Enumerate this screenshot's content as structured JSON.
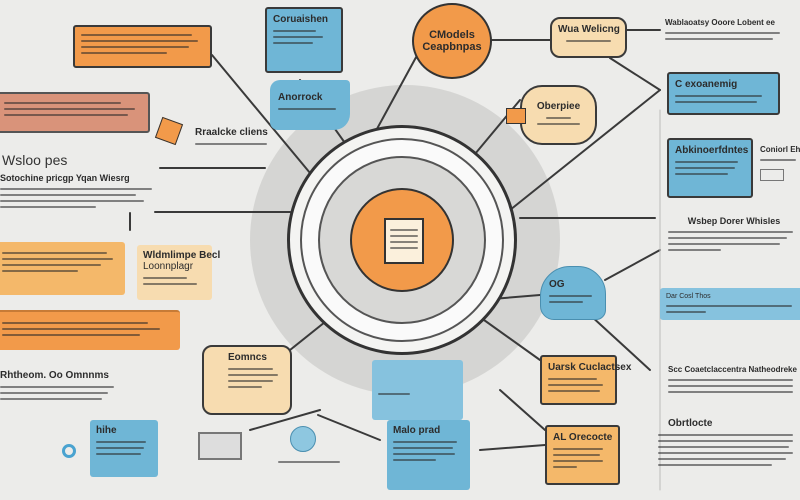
{
  "diagram": {
    "center_hub": {
      "icon": "document-icon"
    },
    "circle_top": {
      "line1": "CModels",
      "line2": "Ceapbnpas"
    },
    "boxes": {
      "top_blue": {
        "title": "Coruaishen"
      },
      "speech_blue": {
        "title": "Anorrock"
      },
      "beige_top_right": {
        "title": "Wua Welicng"
      },
      "hexagon": {
        "title": "Oberpiee"
      },
      "blue_right_1": {
        "title": "C exoanemig"
      },
      "blue_right_2": {
        "title": "Abkinoerfdntes"
      },
      "beige_left": {
        "title": "Wldmlimpe Becl",
        "subtitle": "Loonnplagr"
      },
      "speech_beige": {
        "title": "Eomncs"
      },
      "blue_bottom_left": {
        "title": "hihe"
      },
      "blue_bottom_center": {
        "title": "Malo prad"
      },
      "cloud": {
        "title": "OG"
      },
      "orange_right_1": {
        "title": "Uarsk Cuclactsex"
      },
      "orange_right_2": {
        "title": "AL Orecocte"
      }
    },
    "labels": {
      "kaclc": "Rraalcke cliens",
      "wsloo": "Wsloo pes",
      "sotochine": "Sotochine pricgp Yqan Wiesrg",
      "rhtheom": "Rhtheom. Oo Omnnms",
      "wablaoatsy": "Wablaoatsy Ooore Lobent ee",
      "coniorl": "Coniorl Ehc",
      "wsbep": "Wsbep Dorer Whisles",
      "scc": "Scc Coaetclaccentra Natheodreke",
      "obrtlocte": "Obrtlocte",
      "dar": "Dar Cosl Thos"
    },
    "colors": {
      "orange": "#f29a4a",
      "blue": "#6fb6d6",
      "beige": "#f7dcb0",
      "salmon": "#d9937a",
      "background": "#ececea"
    }
  }
}
